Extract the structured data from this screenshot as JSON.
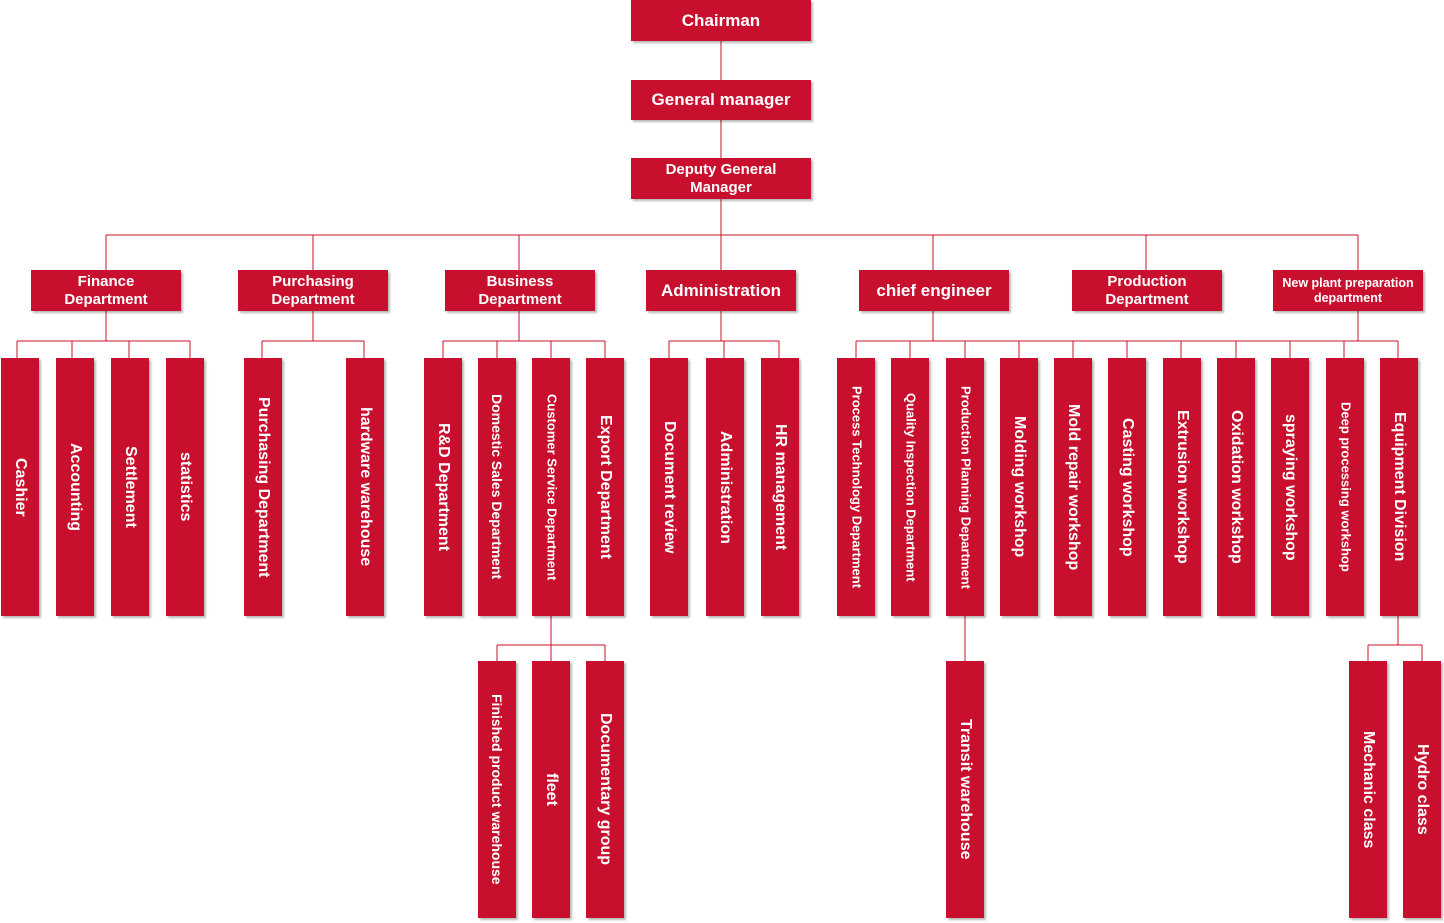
{
  "accent_color": "#c8102e",
  "line_color": "#c8102e",
  "nodes": {
    "chairman": "Chairman",
    "general_manager": "General manager",
    "deputy_general_manager": "Deputy General Manager",
    "finance_department": "Finance Department",
    "purchasing_department_head": "Purchasing Department",
    "business_department": "Business Department",
    "administration_head": "Administration",
    "chief_engineer": "chief engineer",
    "production_department": "Production Department",
    "new_plant_preparation_department": "New plant preparation department",
    "cashier": "Cashier",
    "accounting": "Accounting",
    "settlement": "Settlement",
    "statistics": "statistics",
    "purchasing_department": "Purchasing Department",
    "hardware_warehouse": "hardware warehouse",
    "rd_department": "R&D Department",
    "domestic_sales_department": "Domestic Sales Department",
    "customer_service_department": "Customer Service Department",
    "export_department": "Export Department",
    "document_review": "Document review",
    "administration": "Administration",
    "hr_management": "HR management",
    "process_technology_department": "Process Technology Department",
    "quality_inspection_department": "Quality Inspection Department",
    "production_planning_department": "Production Planning Department",
    "molding_workshop": "Molding workshop",
    "mold_repair_workshop": "Mold repair workshop",
    "casting_workshop": "Casting workshop",
    "extrusion_workshop": "Extrusion workshop",
    "oxidation_workshop": "Oxidation workshop",
    "spraying_workshop": "spraying workshop",
    "deep_processing_workshop": "Deep processing workshop",
    "equipment_division": "Equipment Division",
    "finished_product_warehouse": "Finished product warehouse",
    "fleet": "fleet",
    "documentary_group": "Documentary group",
    "transit_warehouse": "Transit warehouse",
    "mechanic_class": "Mechanic class",
    "hydro_class": "Hydro class"
  }
}
